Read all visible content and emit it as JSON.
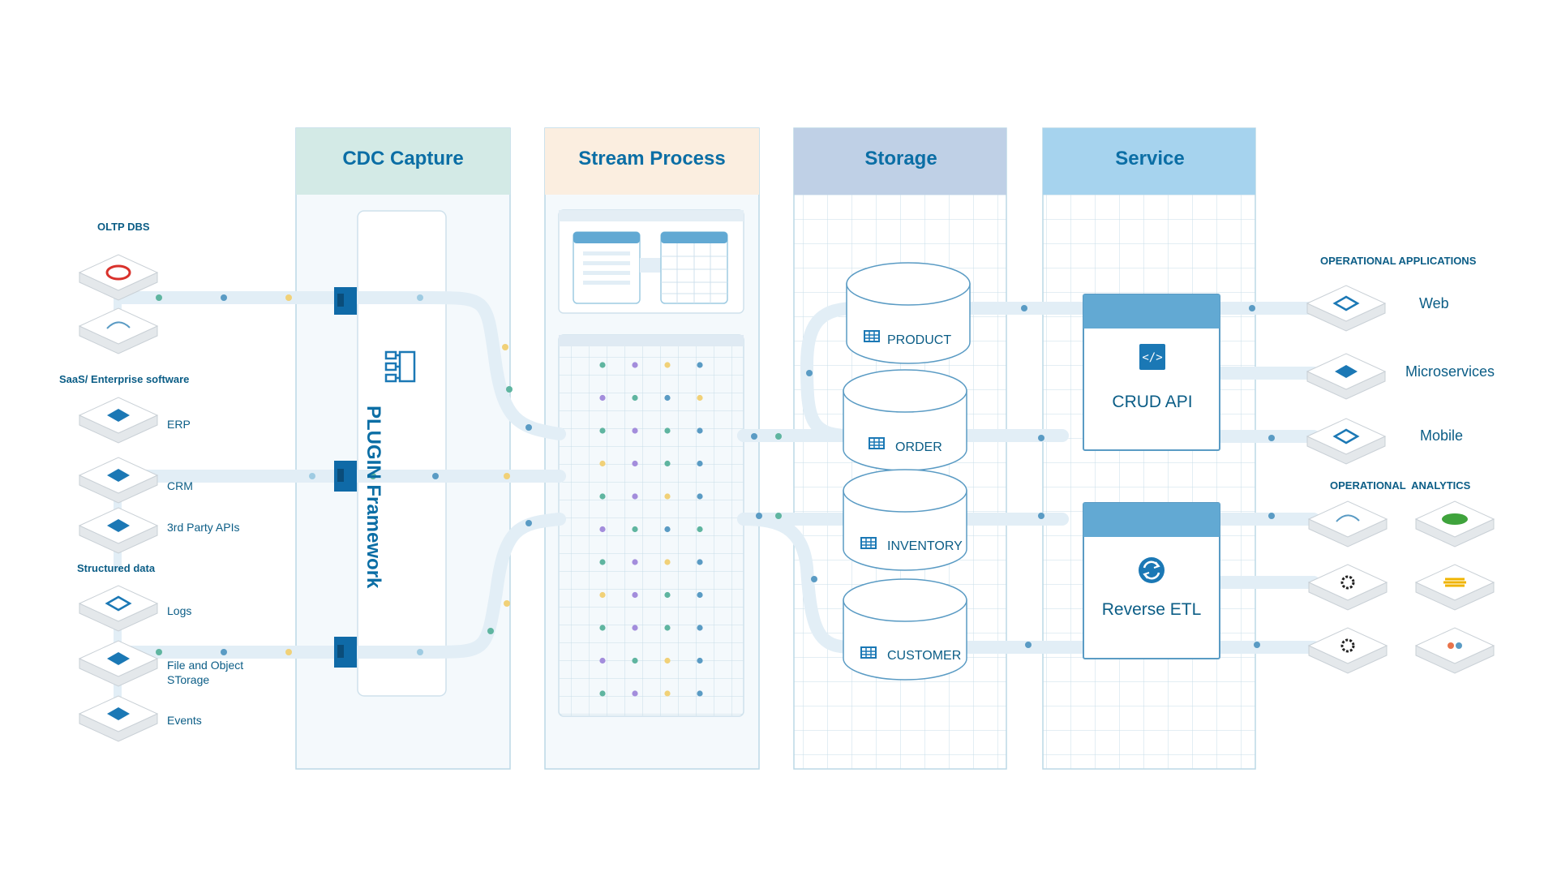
{
  "columns": {
    "cdc": "CDC Capture",
    "stream": "Stream Process",
    "storage": "Storage",
    "service": "Service"
  },
  "plugin_label": "PLUGIN Framework",
  "sources": {
    "oltp": {
      "title": "OLTP DBS"
    },
    "saas": {
      "title": "SaaS/ Enterprise software",
      "items": [
        "ERP",
        "CRM",
        "3rd Party APIs"
      ]
    },
    "structured": {
      "title": "Structured data",
      "items": [
        "Logs",
        "File and Object\nSTorage",
        "Events"
      ]
    }
  },
  "tables": [
    "PRODUCT",
    "ORDER",
    "INVENTORY",
    "CUSTOMER"
  ],
  "services": {
    "crud": "CRUD API",
    "reverse": "Reverse ETL"
  },
  "operational_applications": {
    "title": "OPERATIONAL APPLICATIONS",
    "items": [
      "Web",
      "Microservices",
      "Mobile"
    ]
  },
  "operational_analytics": {
    "title": "OPERATIONAL  ANALYTICS"
  },
  "colors": {
    "primary_text": "#0b5d86",
    "accent_blue": "#1b78b5",
    "cdc_header": "#d3eae6",
    "stream_header": "#fbeee0",
    "storage_header": "#bfd0e6",
    "service_header": "#a6d3ee",
    "dot_green": "#5fb5a0",
    "dot_purple": "#a38ddc",
    "dot_yellow": "#f1d178",
    "dot_blue": "#5a9bc4"
  }
}
